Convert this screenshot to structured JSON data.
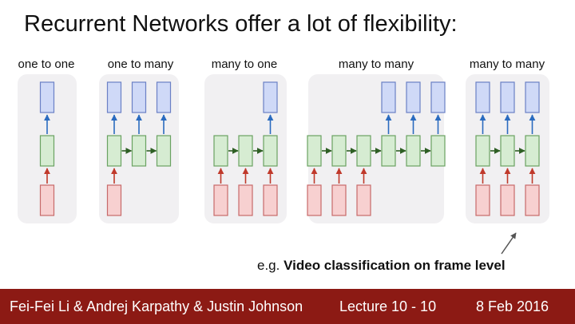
{
  "title": "Recurrent Networks offer a lot of flexibility:",
  "diagrams": [
    {
      "label": "one to one",
      "steps": [
        {
          "in": true,
          "out": true
        }
      ]
    },
    {
      "label": "one to many",
      "steps": [
        {
          "in": true,
          "out": true
        },
        {
          "in": false,
          "out": true
        },
        {
          "in": false,
          "out": true
        }
      ]
    },
    {
      "label": "many to one",
      "steps": [
        {
          "in": true,
          "out": false
        },
        {
          "in": true,
          "out": false
        },
        {
          "in": true,
          "out": true
        }
      ]
    },
    {
      "label": "many to many",
      "steps": [
        {
          "in": true,
          "out": false
        },
        {
          "in": true,
          "out": false
        },
        {
          "in": true,
          "out": false
        },
        {
          "in": false,
          "out": true
        },
        {
          "in": false,
          "out": true
        },
        {
          "in": false,
          "out": true
        }
      ]
    },
    {
      "label": "many to many",
      "steps": [
        {
          "in": true,
          "out": true
        },
        {
          "in": true,
          "out": true
        },
        {
          "in": true,
          "out": true
        }
      ]
    }
  ],
  "caption": {
    "prefix": "e.g. ",
    "emphasis": "Video classification on frame level"
  },
  "footer": {
    "authors": "Fei-Fei Li & Andrej Karpathy & Justin Johnson",
    "lecture": "Lecture 10 -  10",
    "date": "8 Feb 2016"
  },
  "colors": {
    "input_fill": "#f7d0d0",
    "input_stroke": "#c76a6a",
    "hidden_fill": "#d6ecd2",
    "hidden_stroke": "#6aa262",
    "output_fill": "#cfd9f7",
    "output_stroke": "#6b80c5",
    "arrow_in": "#c0392b",
    "arrow_out": "#2a6bbf",
    "arrow_rec": "#2f5f25",
    "panel": "#f1f0f2",
    "footer": "#8c1a14"
  }
}
